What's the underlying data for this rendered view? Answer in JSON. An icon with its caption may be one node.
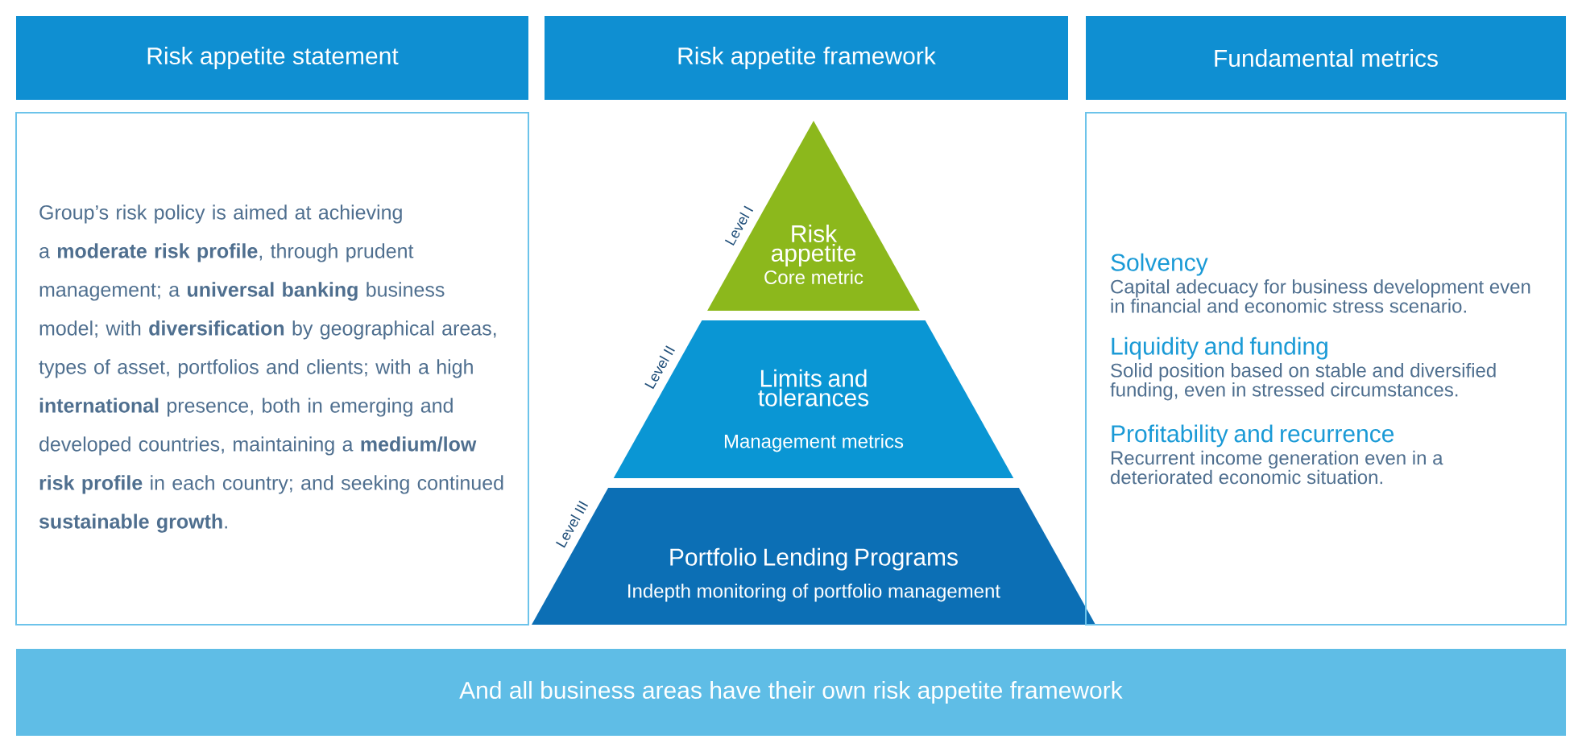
{
  "diagram": {
    "nodes": [
      {
        "text": [
          "Risk appetite statement"
        ]
      },
      {
        "text": [
          "Risk appetite framework"
        ]
      },
      {
        "text": [
          "Fundamental metrics"
        ]
      },
      {
        "text": [
          "Group’s risk policy is aimed at achieving a **moderate risk profile**, through prudent management; a **universal banking** business model; with **diversification** by geographical areas, types of asset, portfolios and clients; with a high **international** presence, both in emerging and developed countries, maintaining a **medium/low risk profile** in each country; and seeking continued **sustainable growth**."
        ]
      },
      {
        "text": [
          "Risk appetite",
          "Core metric"
        ],
        "beside": [
          "Level I"
        ]
      },
      {
        "text": [
          "Limits and tolerances",
          "Management metrics"
        ],
        "beside": [
          "Level II"
        ]
      },
      {
        "text": [
          "Portfolio Lending Programs",
          "Indepth monitoring of portfolio management"
        ],
        "beside": [
          "Level III"
        ]
      },
      {
        "text": [
          "Solvency",
          "Capital adecuacy for business development even in financial and economic stress scenario.",
          "Liquidity and funding",
          "Solid position based on stable and diversified funding, even in stressed circumstances.",
          "Profitability and recurrence",
          "Recurrent income generation even in a deteriorated economic situation."
        ]
      },
      {
        "text": [
          "And all business areas have their own risk appetite framework"
        ]
      }
    ]
  }
}
